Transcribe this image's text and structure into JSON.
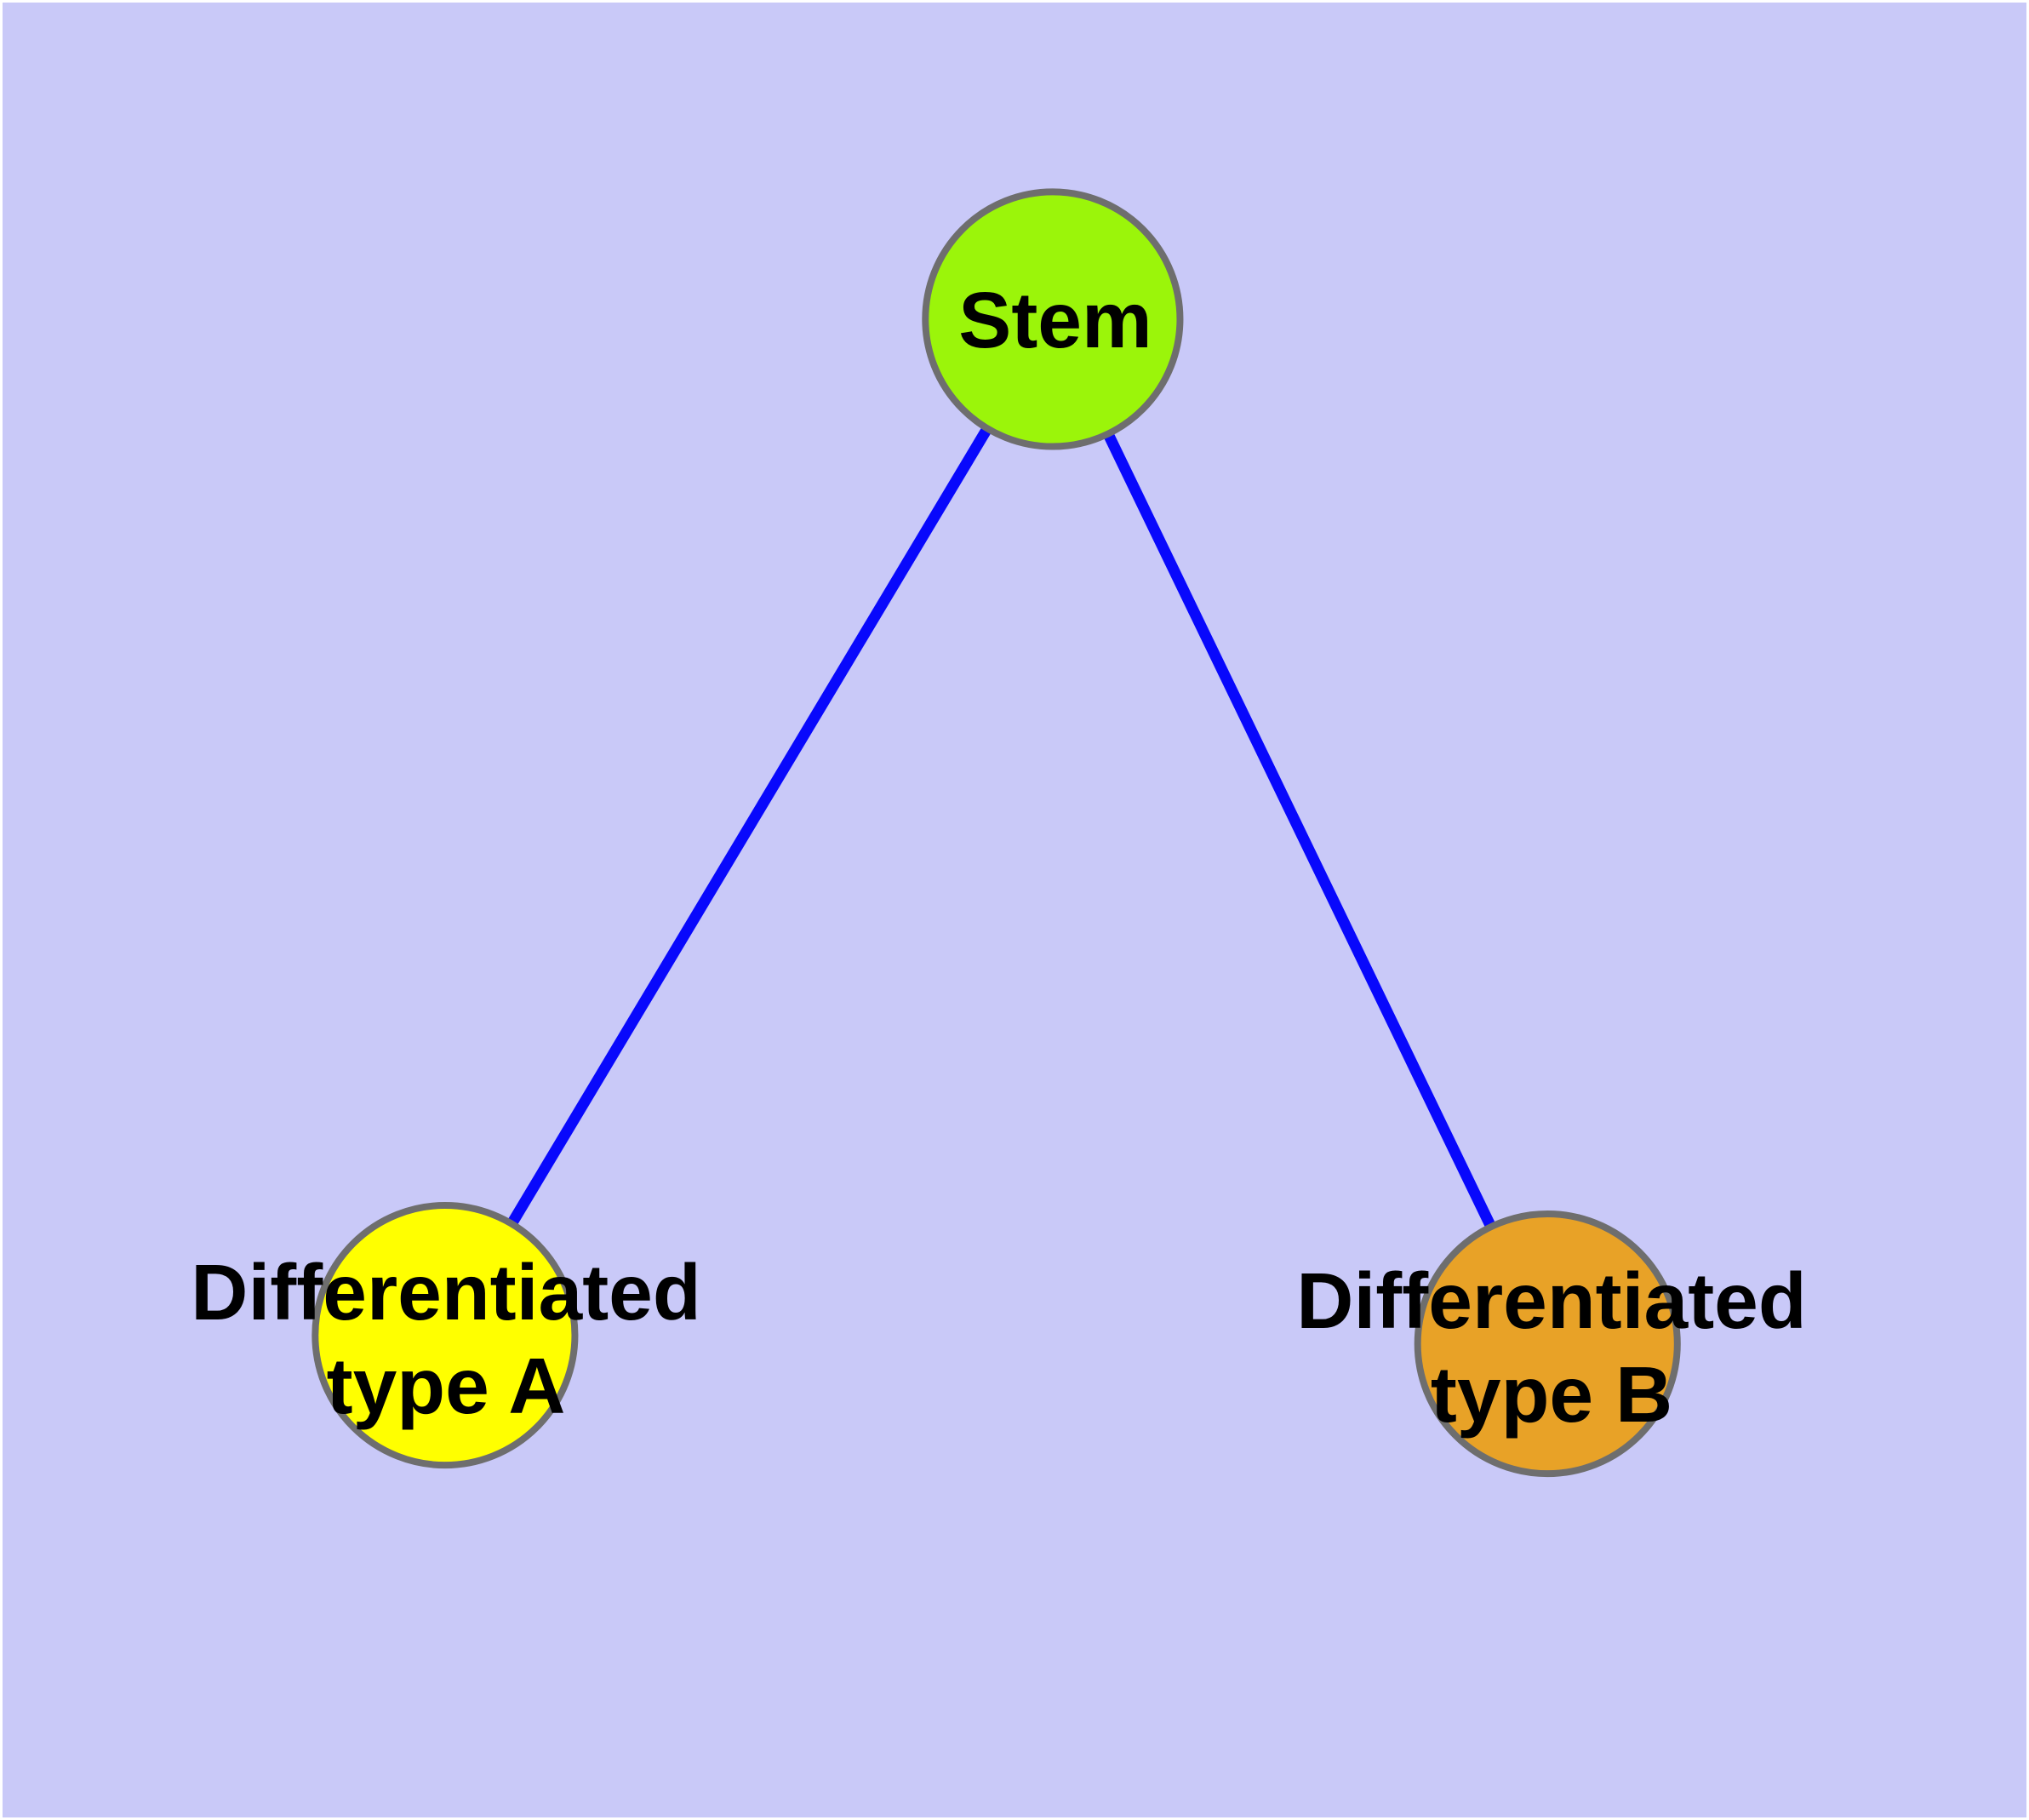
{
  "diagram": {
    "title": "",
    "type": "graph",
    "colors": {
      "background": "#C9C9F8",
      "page_border": "#FFFFFF",
      "edge": "#0808FC",
      "node_border": "#6E6E6E",
      "label_text": "#000000"
    },
    "nodes": {
      "stem": {
        "label": "Stem",
        "fill": "#9BF50A"
      },
      "type_a": {
        "label": "Differentiated type A",
        "line1": "Differentiated",
        "line2": "type A",
        "fill": "#FFFF00"
      },
      "type_b": {
        "label": "Differentiated type B",
        "line1": "Differentiated",
        "line2": "type B",
        "fill": "#E8A227"
      }
    },
    "edges": [
      {
        "from": "Stem",
        "to": "Differentiated type A"
      },
      {
        "from": "Stem",
        "to": "Differentiated type B"
      }
    ]
  }
}
